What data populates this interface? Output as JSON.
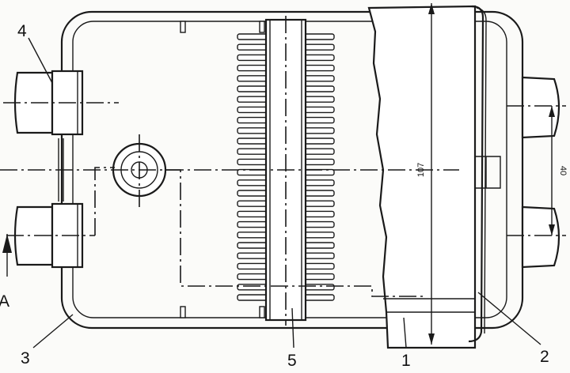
{
  "labels": {
    "part_1": "1",
    "part_2": "2",
    "part_3": "3",
    "part_4": "4",
    "part_5": "5",
    "section": "A"
  },
  "dimensions": {
    "height": "107",
    "pitch": "40"
  },
  "colors": {
    "ink": "#1a1a1a",
    "paper": "#fbfbf9"
  }
}
